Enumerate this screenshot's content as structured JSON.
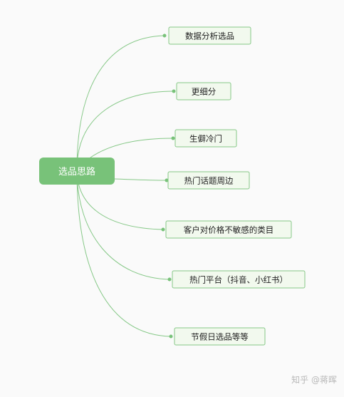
{
  "root": {
    "label": "选品思路"
  },
  "branches": [
    {
      "label": "数据分析选品"
    },
    {
      "label": "更细分"
    },
    {
      "label": "生僻冷门"
    },
    {
      "label": "热门话题周边"
    },
    {
      "label": "客户对价格不敏感的类目"
    },
    {
      "label": "热门平台（抖音、小红书）"
    },
    {
      "label": "节假日选品等等"
    }
  ],
  "watermark": "知乎 @蒋晖",
  "colors": {
    "background": "#fafafa",
    "root_fill": "#78c279",
    "branch_fill": "#f2f9ee",
    "branch_border": "#86c887",
    "connector": "#86c887",
    "text": "#222222"
  }
}
